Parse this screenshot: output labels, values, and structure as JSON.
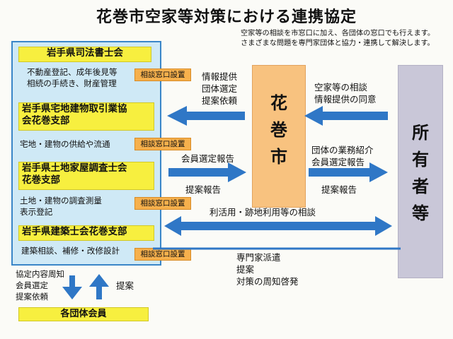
{
  "title": "花巻市空家等対策における連携協定",
  "subnote": "空家等の相談を市窓口に加え、各団体の窓口でも行えます。\nさまざまな問題を専門家団体と協力・連携して解決します。",
  "organizations": [
    {
      "name": "岩手県司法書士会",
      "services": "不動産登記、成年後見等\n相続の手続き、財産管理",
      "badge": "相談窓口設置"
    },
    {
      "name": "岩手県宅地建物取引業協\n会花巻支部",
      "services": "宅地・建物の供給や流通",
      "badge": "相談窓口設置"
    },
    {
      "name": "岩手県土地家屋調査士会\n花巻支部",
      "services": "土地・建物の調査測量\n表示登記",
      "badge": "相談窓口設置"
    },
    {
      "name": "岩手県建築士会花巻支部",
      "services": "建築相談、補修・改修設計",
      "badge": "相談窓口設置"
    }
  ],
  "members": "各団体会員",
  "bottom_left_label": "協定内容周知\n会員選定\n提案依頼",
  "bottom_right_label": "提案",
  "city": "花\n巻\n市",
  "owner": "所\n有\n者\n等",
  "labels": {
    "city_to_groups": "情報提供\n団体選定\n提案依頼",
    "owner_to_city": "空家等の相談\n情報提供の同意",
    "groups_to_city": "会員選定報告",
    "groups_to_city_below": "提案報告",
    "city_to_owner": "団体の業務紹介\n会員選定報告",
    "city_to_owner_below": "提案報告",
    "owner_consult": "利活用・跡地利用等の相談",
    "expert_actions": "専門家派遣\n提案\n対策の周知啓発"
  },
  "colors": {
    "arrow_blue": "#2f77c6",
    "panel_blue": "#cfe9f6",
    "yellow": "#f7ef3f",
    "orange": "#f8c27f",
    "gray": "#c9c7d8",
    "badge_orange": "#f6b04c"
  }
}
